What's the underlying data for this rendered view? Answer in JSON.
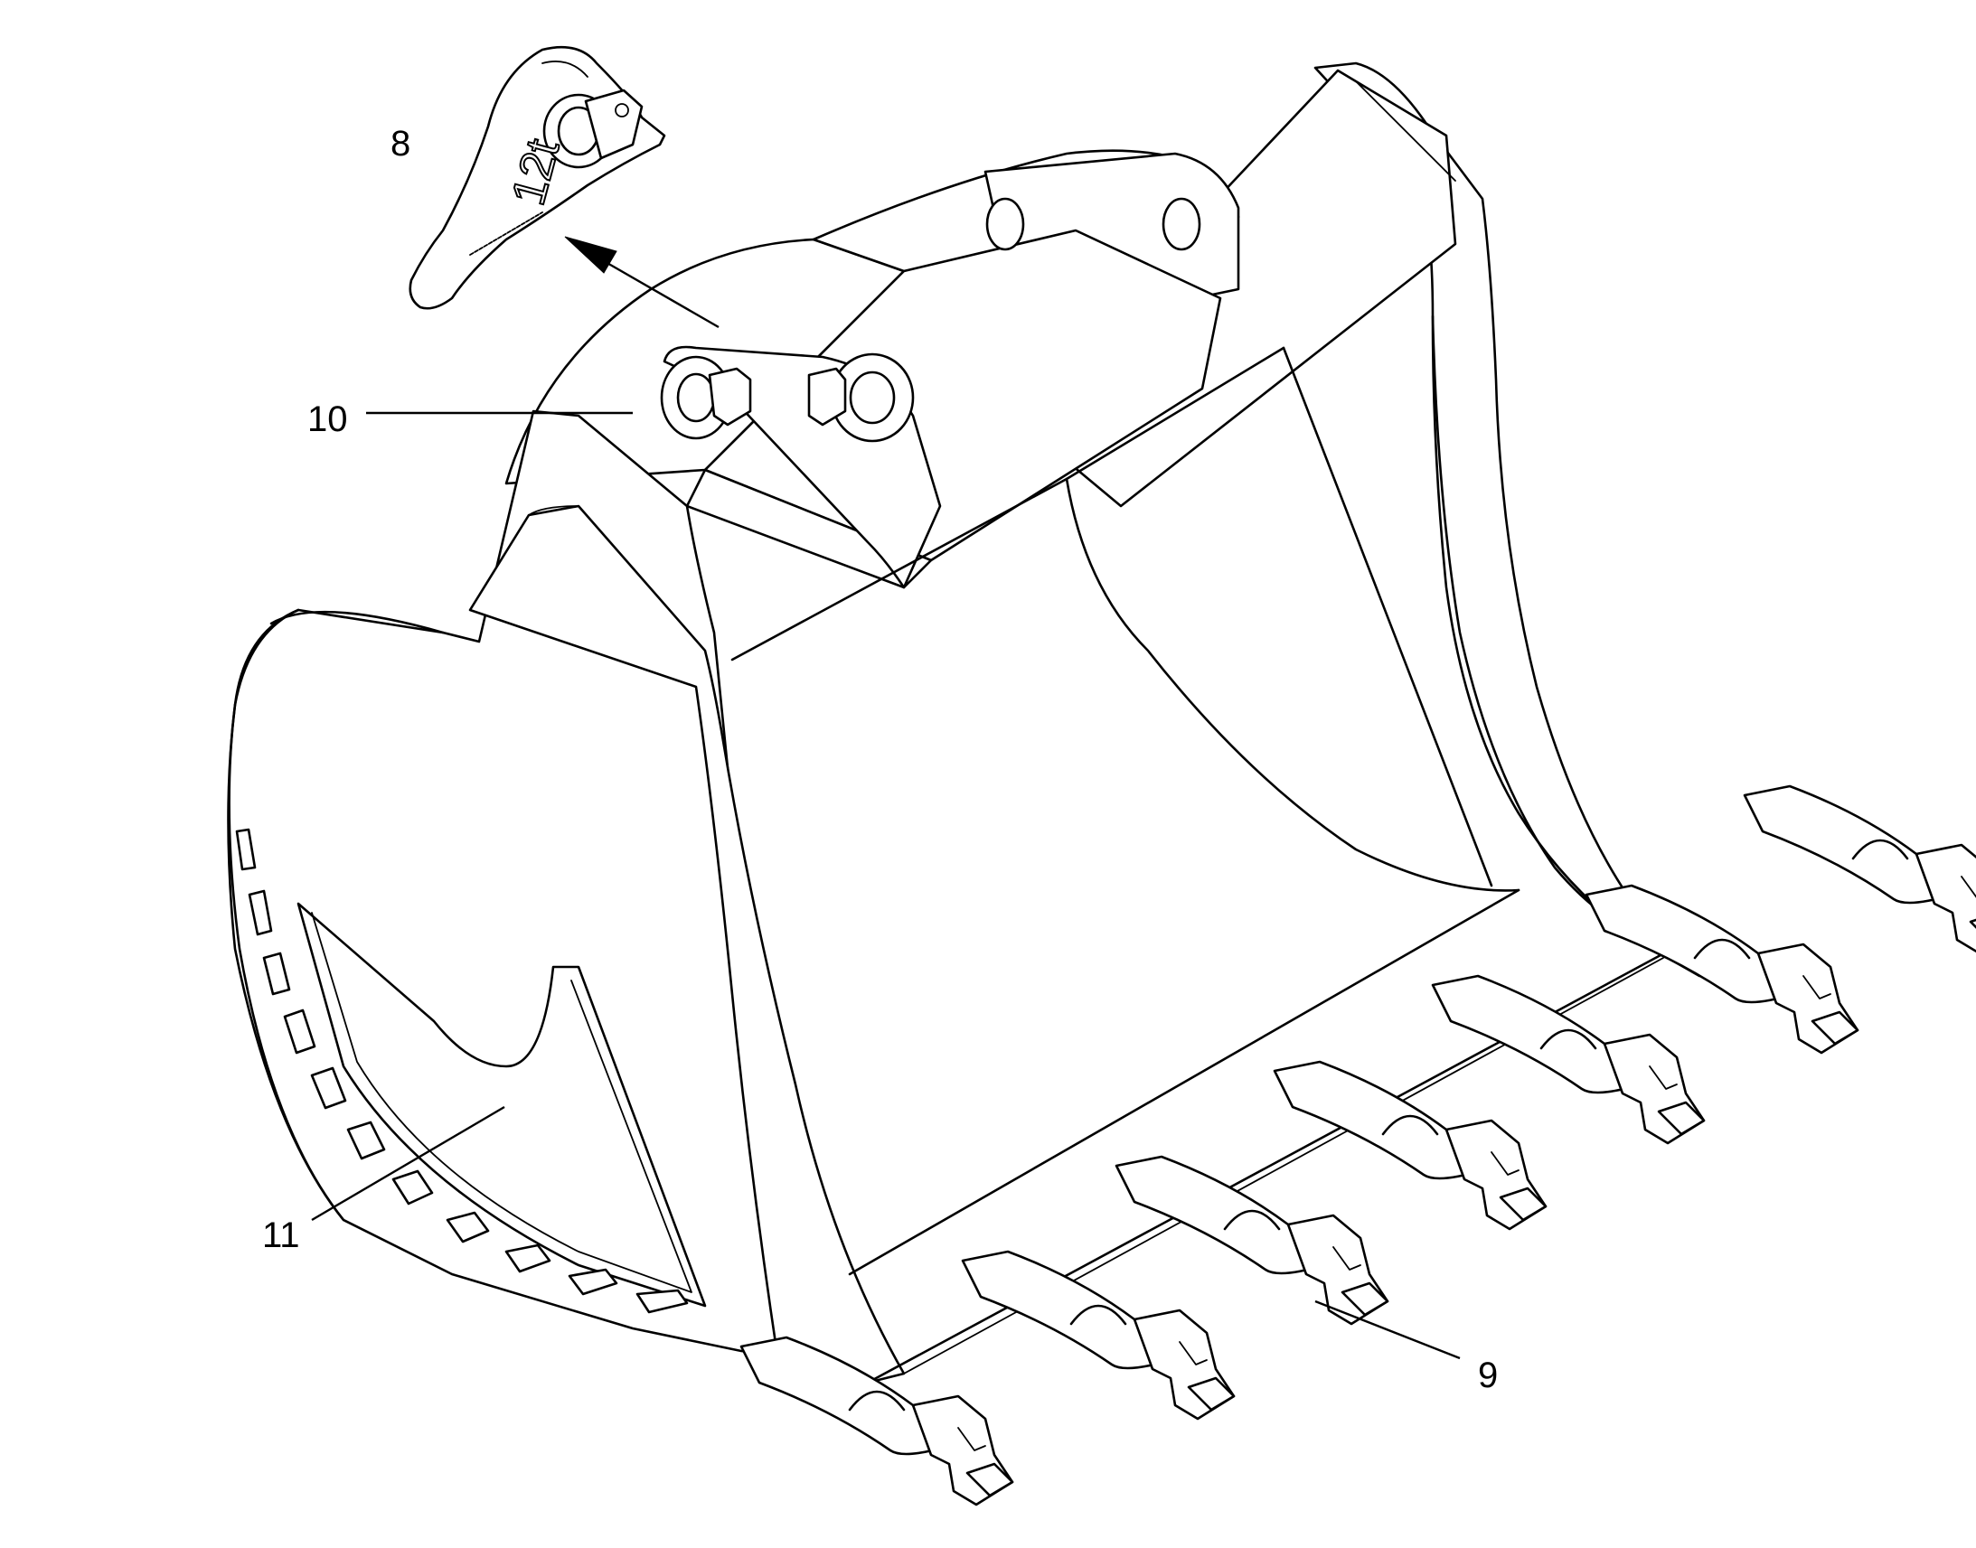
{
  "diagram": {
    "colors": {
      "line": "#000000",
      "background": "#ffffff"
    },
    "callouts": [
      {
        "id": "8",
        "label": "8"
      },
      {
        "id": "9",
        "label": "9"
      },
      {
        "id": "10",
        "label": "10"
      },
      {
        "id": "11",
        "label": "11"
      }
    ],
    "hook_marking": "12t"
  }
}
